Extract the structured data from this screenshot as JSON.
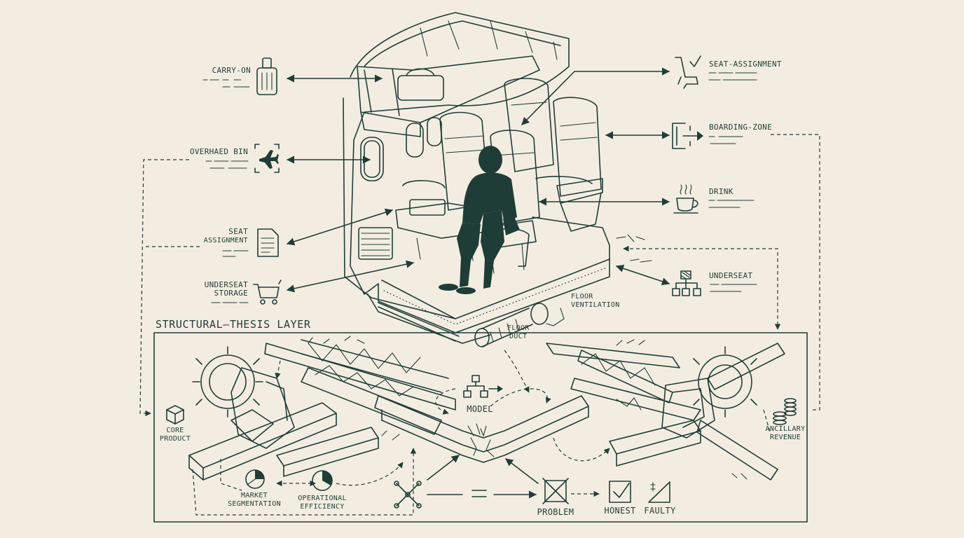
{
  "labels": {
    "carry_on": "CARRY-ON",
    "overhead_bin": "OVERHAED BIN",
    "seat_assignment_left_1": "SEAT",
    "seat_assignment_left_2": "ASSIGNMENT",
    "underseat_storage_1": "UNDERSEAT",
    "underseat_storage_2": "STORAGE",
    "seat_assignment_right": "SEAT-ASSIGNMENT",
    "boarding_zone": "BOARDING-ZONE",
    "drink": "DRINK",
    "underseat_right": "UNDERSEAT",
    "floor_ventilation_1": "FLOOR",
    "floor_ventilation_2": "VENTILATION",
    "floor_duct_1": "FLOOR",
    "floor_duct_2": "DUCT",
    "layer_title": "STRUCTURAL–THESIS LAYER",
    "model": "MODEL",
    "core_product_1": "CORE",
    "core_product_2": "PRODUCT",
    "market_segmentation_1": "MARKET",
    "market_segmentation_2": "SEGMENTATION",
    "operational_efficiency_1": "OPERATIONAL",
    "operational_efficiency_2": "EFFICIENCY",
    "ancillary_revenue_1": "ANCILLARY",
    "ancillary_revenue_2": "REVENUE",
    "problem": "PROBLEM",
    "honest": "HONEST",
    "faulty": "FAULTY"
  },
  "icons": [
    "luggage-icon",
    "airplane-icon",
    "document-icon",
    "cart-icon",
    "seat-check-icon",
    "boarding-door-icon",
    "coffee-cup-icon",
    "hierarchy-icon",
    "cube-icon",
    "pie-chart-icon",
    "network-icon",
    "equals-icon",
    "x-box-icon",
    "checkbox-icon",
    "triangle-icon",
    "coins-icon",
    "model-flow-icon"
  ],
  "colors": {
    "ink": "#1f3d37",
    "paper": "#f3ede1"
  }
}
